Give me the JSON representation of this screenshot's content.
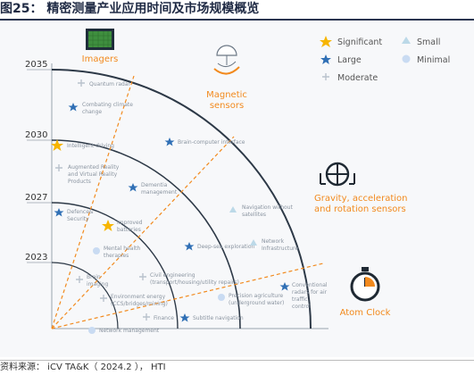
{
  "figure": {
    "title": "图25：  精密测量产业应用时间及市场规模概览",
    "source": "资料来源： iCV TA&K（ 2024.2 ）， HTI"
  },
  "years": [
    "2035",
    "2030",
    "2027",
    "2023"
  ],
  "legend": {
    "significant": "Significant",
    "large": "Large",
    "moderate": "Moderate",
    "small": "Small",
    "minimal": "Minimal"
  },
  "categories": {
    "imagers": "Imagers",
    "magnetic_1": "Magnetic",
    "magnetic_2": "sensors",
    "gravity_1": "Gravity, acceleration",
    "gravity_2": "and rotation sensors",
    "atom_clock": "Atom Clock"
  },
  "applications": [
    {
      "lines": [
        "Quantum radar"
      ],
      "size": "moderate"
    },
    {
      "lines": [
        "Combating climate",
        "change"
      ],
      "size": "large"
    },
    {
      "lines": [
        "Intelligent driving"
      ],
      "size": "significant"
    },
    {
      "lines": [
        "Brain-computer interface"
      ],
      "size": "large"
    },
    {
      "lines": [
        "Augmented Reality",
        "and Virtual Reality",
        "Products"
      ],
      "size": "moderate"
    },
    {
      "lines": [
        "Dementia",
        "management"
      ],
      "size": "large"
    },
    {
      "lines": [
        "Defence&",
        "Security"
      ],
      "size": "large"
    },
    {
      "lines": [
        "Improved",
        "batteries"
      ],
      "size": "significant"
    },
    {
      "lines": [
        "Navigation without",
        "satellites"
      ],
      "size": "small"
    },
    {
      "lines": [
        "Mental health",
        "therapies"
      ],
      "size": "minimal"
    },
    {
      "lines": [
        "Deep-sea exploration"
      ],
      "size": "large"
    },
    {
      "lines": [
        "Network",
        "Infrastructure"
      ],
      "size": "small"
    },
    {
      "lines": [
        "Brain",
        "imaging"
      ],
      "size": "moderate"
    },
    {
      "lines": [
        "Civil engineering",
        "(transport/housing/utility repairs)"
      ],
      "size": "moderate"
    },
    {
      "lines": [
        "Conventional",
        "radars for air",
        "traffic",
        "control"
      ],
      "size": "large"
    },
    {
      "lines": [
        "Environment energy",
        "(CCS/bridges/mining)"
      ],
      "size": "moderate"
    },
    {
      "lines": [
        "Precision agriculture",
        "(underground water)"
      ],
      "size": "minimal"
    },
    {
      "lines": [
        "Subtitle navigation"
      ],
      "size": "large"
    },
    {
      "lines": [
        "Finance"
      ],
      "size": "moderate"
    },
    {
      "lines": [
        "Network management"
      ],
      "size": "minimal"
    }
  ],
  "colors": {
    "accent_orange": "#f28a1e",
    "significant": "#f7b500",
    "large": "#2f6fb5",
    "moderate": "#b9c2cc",
    "small": "#bcd9e8",
    "minimal": "#c9dbf2",
    "imager_green": "#3f8f3f",
    "arc_dark": "#2d3947"
  }
}
